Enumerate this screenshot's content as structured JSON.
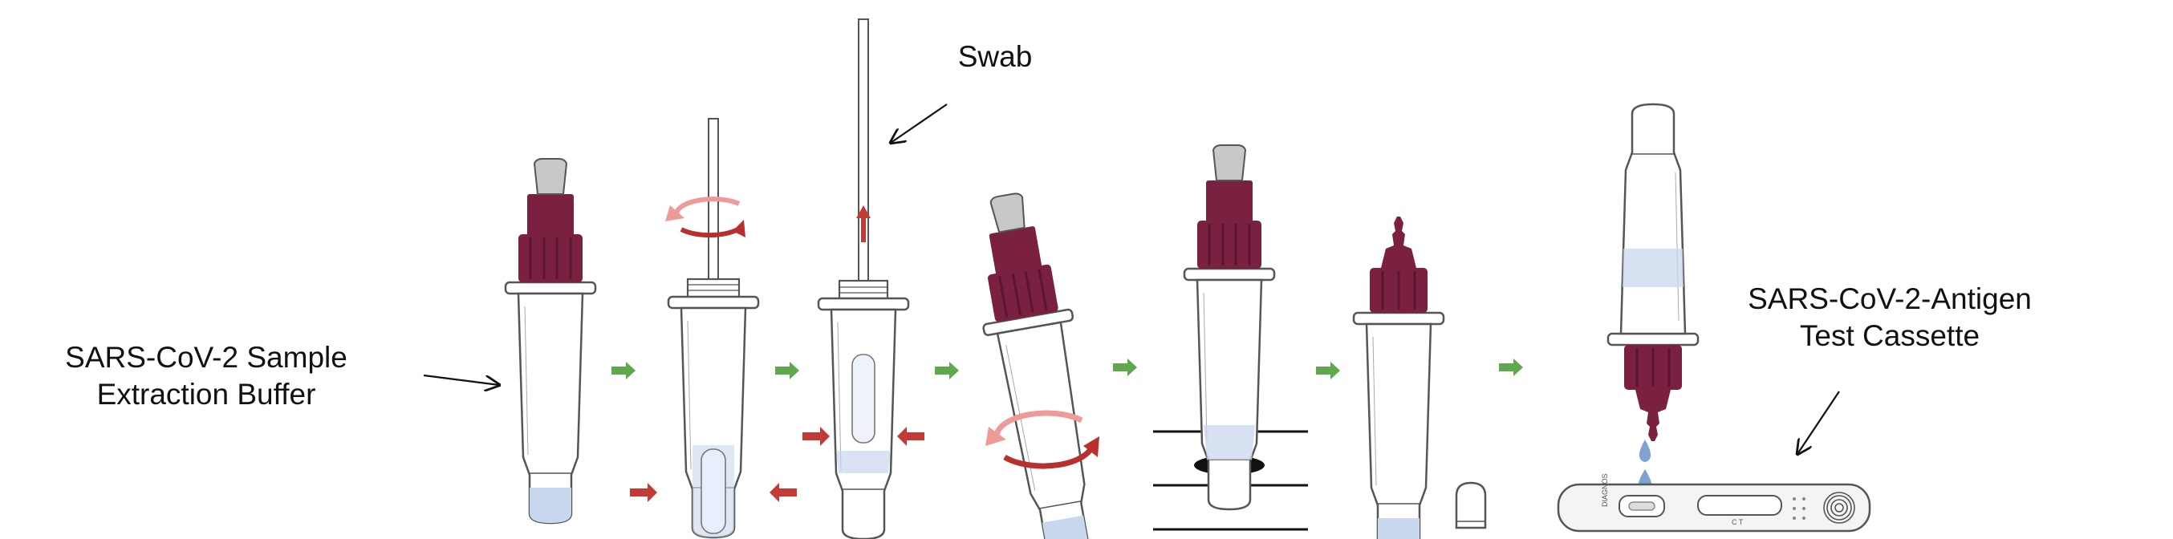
{
  "labels": {
    "buffer_line1": "SARS-CoV-2 Sample",
    "buffer_line2": "Extraction Buffer",
    "swab": "Swab",
    "cassette_line1": "SARS-CoV-2-Antigen",
    "cassette_line2": "Test Cassette"
  },
  "colors": {
    "cap": "#7a2142",
    "cap_dark": "#5a1530",
    "tip": "#c8c8c8",
    "liquid": "#c9d7ee",
    "step_arrow": "#5fa84c",
    "squeeze_arrow": "#c43a36",
    "rotate_light": "#ee9a98",
    "rotate_dark": "#b8302e",
    "drop": "#7fa3cf",
    "outline": "#555555"
  },
  "cassette": {
    "brand": "DIAGNOS",
    "marks": "C  T"
  }
}
